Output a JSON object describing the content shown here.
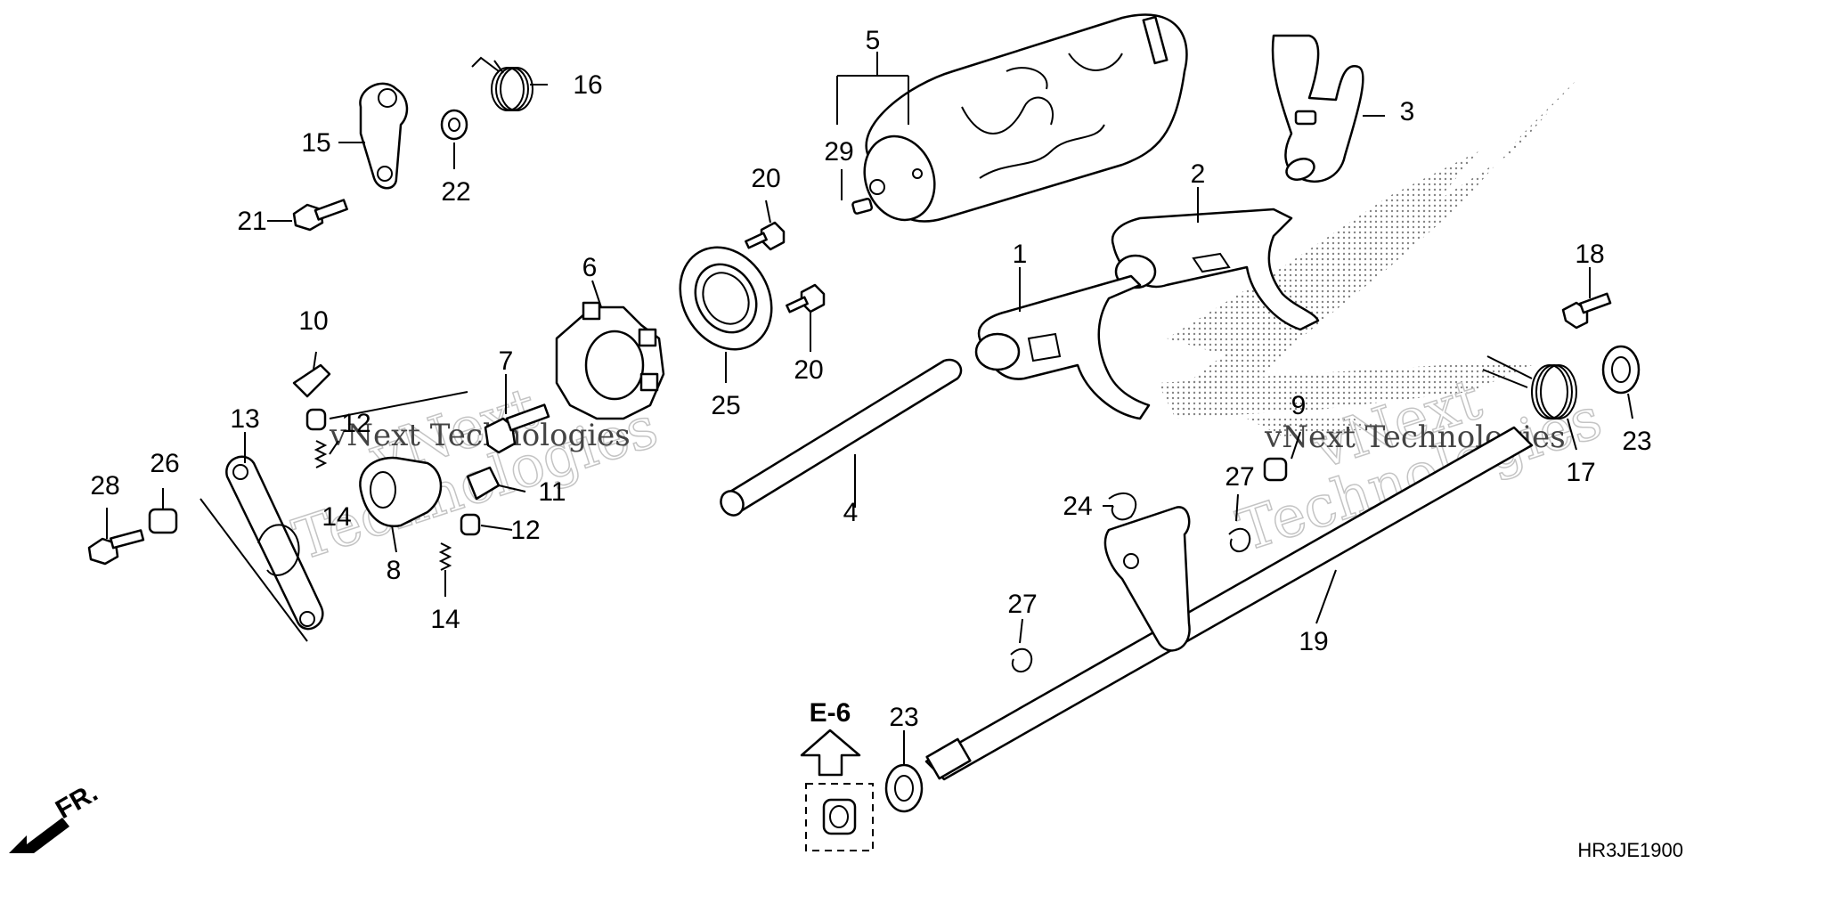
{
  "callouts": [
    {
      "id": "c1",
      "text": "1"
    },
    {
      "id": "c2",
      "text": "2"
    },
    {
      "id": "c3",
      "text": "3"
    },
    {
      "id": "c4",
      "text": "4"
    },
    {
      "id": "c5",
      "text": "5"
    },
    {
      "id": "c6",
      "text": "6"
    },
    {
      "id": "c7",
      "text": "7"
    },
    {
      "id": "c8",
      "text": "8"
    },
    {
      "id": "c9",
      "text": "9"
    },
    {
      "id": "c10",
      "text": "10"
    },
    {
      "id": "c11",
      "text": "11"
    },
    {
      "id": "c12a",
      "text": "12"
    },
    {
      "id": "c12b",
      "text": "12"
    },
    {
      "id": "c13",
      "text": "13"
    },
    {
      "id": "c14a",
      "text": "14"
    },
    {
      "id": "c14b",
      "text": "14"
    },
    {
      "id": "c15",
      "text": "15"
    },
    {
      "id": "c16",
      "text": "16"
    },
    {
      "id": "c17",
      "text": "17"
    },
    {
      "id": "c18",
      "text": "18"
    },
    {
      "id": "c19",
      "text": "19"
    },
    {
      "id": "c20a",
      "text": "20"
    },
    {
      "id": "c20b",
      "text": "20"
    },
    {
      "id": "c21",
      "text": "21"
    },
    {
      "id": "c22",
      "text": "22"
    },
    {
      "id": "c23a",
      "text": "23"
    },
    {
      "id": "c23b",
      "text": "23"
    },
    {
      "id": "c24",
      "text": "24"
    },
    {
      "id": "c25",
      "text": "25"
    },
    {
      "id": "c26",
      "text": "26"
    },
    {
      "id": "c27a",
      "text": "27"
    },
    {
      "id": "c27b",
      "text": "27"
    },
    {
      "id": "c28",
      "text": "28"
    },
    {
      "id": "c29",
      "text": "29"
    }
  ],
  "reference": "E-6",
  "front_label": "FR.",
  "diagram_code": "HR3JE1900",
  "watermark": {
    "line1": "vNext",
    "line2": "Technologies",
    "small": "vNext Technologies"
  },
  "colors": {
    "ink": "#000000",
    "watermark": "#c4c4c4",
    "background": "#ffffff"
  }
}
